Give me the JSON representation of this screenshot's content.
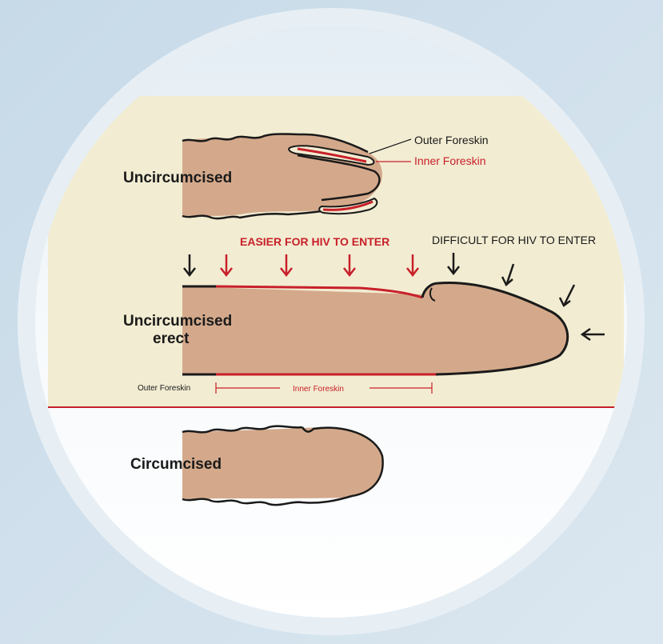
{
  "labels": {
    "uncircumcised": "Uncircumcised",
    "outer_foreskin": "Outer Foreskin",
    "inner_foreskin": "Inner Foreskin",
    "easier": "EASIER FOR HIV TO ENTER",
    "difficult": "DIFFICULT FOR HIV TO ENTER",
    "erect_line1": "Uncircumcised",
    "erect_line2": "erect",
    "bottom_outer": "Outer Foreskin",
    "bottom_inner": "Inner Foreskin",
    "circumcised": "Circumcised"
  },
  "colors": {
    "background": "#cfe0ec",
    "circle_outer": "#e6eef4",
    "panel": "#f2ecd2",
    "skin": "#d4a98b",
    "outline": "#1a1a1a",
    "red": "#c8202a",
    "divider": "#c8202a"
  }
}
